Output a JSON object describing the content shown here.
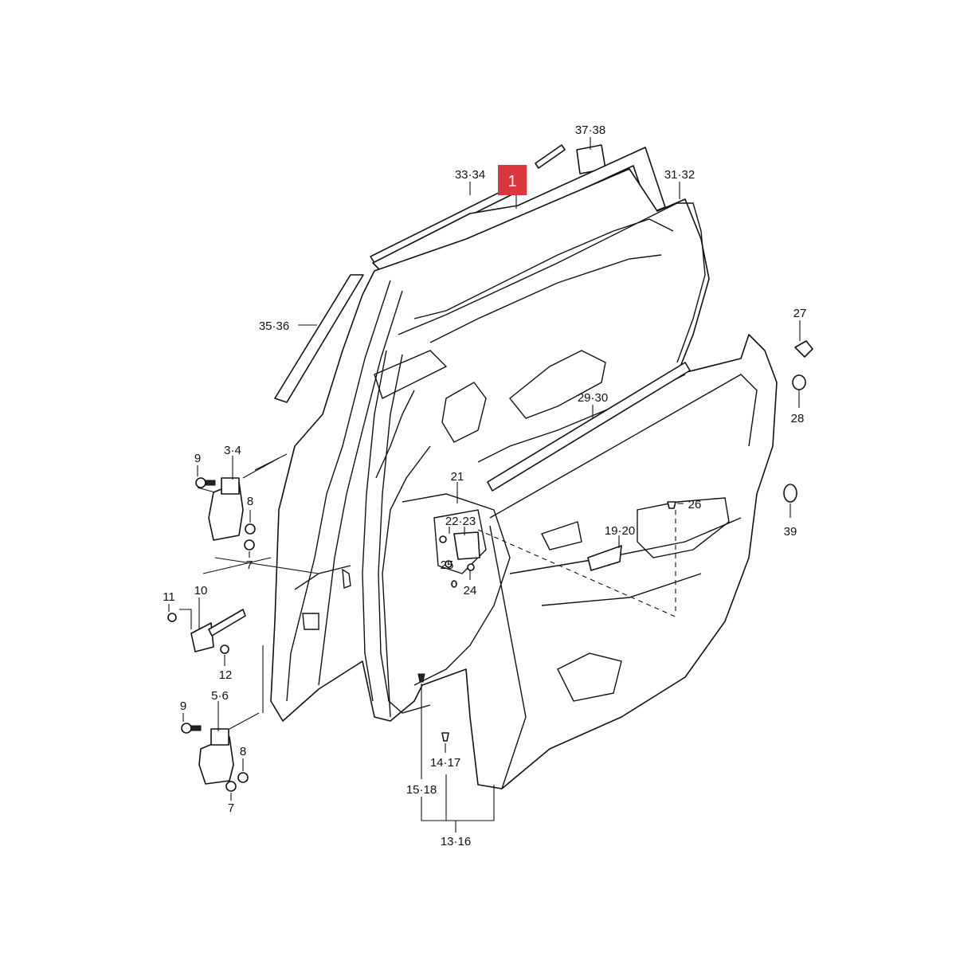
{
  "diagram": {
    "highlight": {
      "label": "1",
      "color": "#d9363e"
    },
    "callouts": [
      {
        "key": "c3738",
        "text": "37·38"
      },
      {
        "key": "c3334",
        "text": "33·34"
      },
      {
        "key": "c3132",
        "text": "31·32"
      },
      {
        "key": "c3536",
        "text": "35·36"
      },
      {
        "key": "c27",
        "text": "27"
      },
      {
        "key": "c28",
        "text": "28"
      },
      {
        "key": "c2930",
        "text": "29·30"
      },
      {
        "key": "c34a",
        "text": "3·4"
      },
      {
        "key": "c9a",
        "text": "9"
      },
      {
        "key": "c8a",
        "text": "8"
      },
      {
        "key": "c7a",
        "text": "7"
      },
      {
        "key": "c21",
        "text": "21"
      },
      {
        "key": "c26",
        "text": "26"
      },
      {
        "key": "c2223",
        "text": "22·23"
      },
      {
        "key": "c1920",
        "text": "19·20"
      },
      {
        "key": "c39",
        "text": "39"
      },
      {
        "key": "c25",
        "text": "25"
      },
      {
        "key": "c24",
        "text": "24"
      },
      {
        "key": "c11",
        "text": "11"
      },
      {
        "key": "c10",
        "text": "10"
      },
      {
        "key": "c12",
        "text": "12"
      },
      {
        "key": "c56",
        "text": "5·6"
      },
      {
        "key": "c9b",
        "text": "9"
      },
      {
        "key": "c8b",
        "text": "8"
      },
      {
        "key": "c7b",
        "text": "7"
      },
      {
        "key": "c1417",
        "text": "14·17"
      },
      {
        "key": "c1518",
        "text": "15·18"
      },
      {
        "key": "c1316",
        "text": "13·16"
      }
    ]
  }
}
